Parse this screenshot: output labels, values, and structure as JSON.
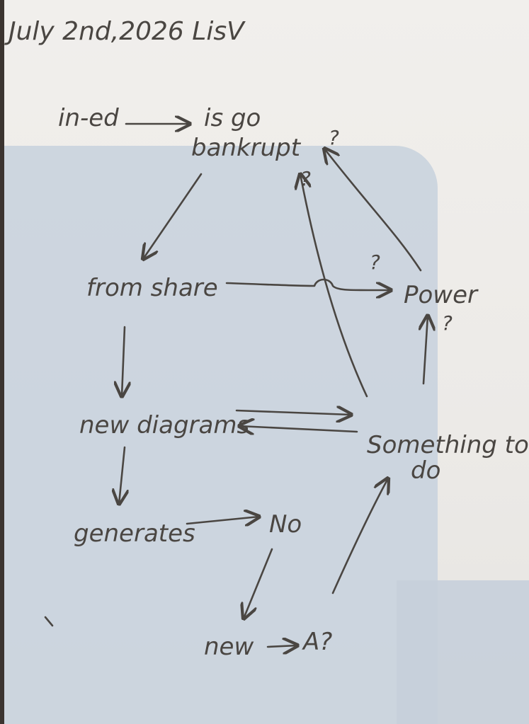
{
  "header": "July 2nd,2026 LisV",
  "nodes": {
    "in_ed": "in-ed",
    "is_go": "is go",
    "bankrupt": "bankrupt",
    "from_share": "from share",
    "power": "Power",
    "new_diagrams": "new diagrams",
    "something_to": "Something to",
    "do": "do",
    "generates": "generates",
    "no": "No",
    "new": "new",
    "a": "A?"
  },
  "question_marks": [
    "?",
    "?",
    "?",
    "?"
  ],
  "colors": {
    "ink": "#4a4642",
    "paper": "#eeece9",
    "shadow": "#c9d3de"
  }
}
